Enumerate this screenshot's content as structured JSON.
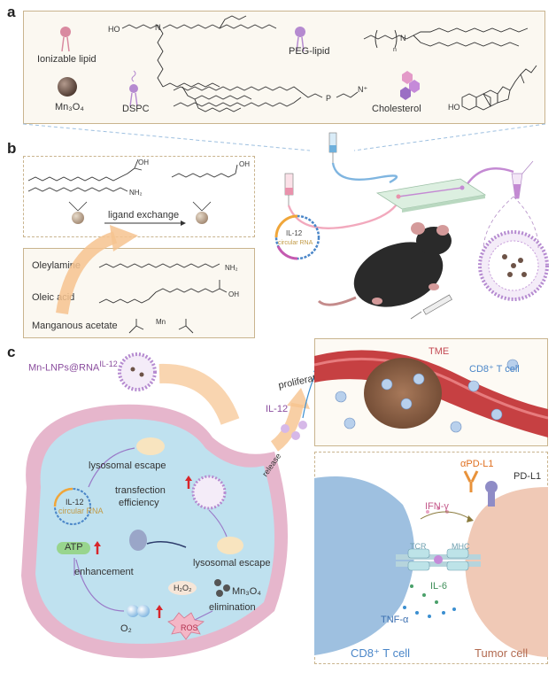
{
  "panels": {
    "a": "a",
    "b": "b",
    "c": "c"
  },
  "panel_a": {
    "ionizable_lipid": "Ionizable lipid",
    "peg_lipid": "PEG-lipid",
    "mn3o4": "Mn₃O₄",
    "dspc": "DSPC",
    "cholesterol": "Cholesterol",
    "ho_left": "HO",
    "ho_chol": "HO",
    "n_ion": "N",
    "n_peg": "N",
    "peg_n": "n",
    "p_atom": "P",
    "n_plus": "N⁺"
  },
  "panel_b": {
    "ligand_exchange": "ligand exchange",
    "oleylamine": "Oleylamine",
    "oleic_acid": "Oleic acid",
    "manganous_acetate": "Manganous acetate",
    "nh2": "NH₂",
    "oh": "OH",
    "mn": "Mn",
    "il12_circ": "IL-12",
    "circular_rna": "circular RNA"
  },
  "panel_c": {
    "mn_lnps": "Mn-LNPs@RNA",
    "mn_lnps_sup": "IL-12",
    "il12": "IL-12",
    "proliferation": "proliferation",
    "release": "release",
    "lysosomal_escape_1": "lysosomal escape",
    "lysosomal_escape_2": "lysosomal escape",
    "il12_circular": "IL-12",
    "circular_rna": "circular RNA",
    "transfection": "transfection",
    "efficiency": "efficiency",
    "atp": "ATP",
    "enhancement": "enhancement",
    "h2o2": "H₂O₂",
    "mn3o4": "Mn₃O₄",
    "elimination": "elimination",
    "o2": "O₂",
    "ros": "ROS",
    "tme": "TME",
    "cd8_tme": "CD8⁺ T cell",
    "apd_l1": "αPD-L1",
    "pd_l1": "PD-L1",
    "ifn_g": "IFN-γ",
    "tcr": "TCR",
    "mhc": "MHC",
    "il6": "IL-6",
    "tnf_a": "TNF-α",
    "cd8_cell": "CD8⁺ T cell",
    "tumor_cell": "Tumor cell"
  },
  "colors": {
    "frame": "#c9b48e",
    "lipid_pink": "#d98aa0",
    "lipid_purple": "#b58ad0",
    "mn_brown": "#6d5347",
    "cell_pink": "#e6b6cc",
    "cytoplasm_blue": "#bfe1ef",
    "vessel_red": "#c64042",
    "tcell_blue": "#9ec0e0",
    "tumor_peach": "#f0c9b6",
    "arrow_red": "#d8262b",
    "orange_arrow": "#f6c38f"
  }
}
